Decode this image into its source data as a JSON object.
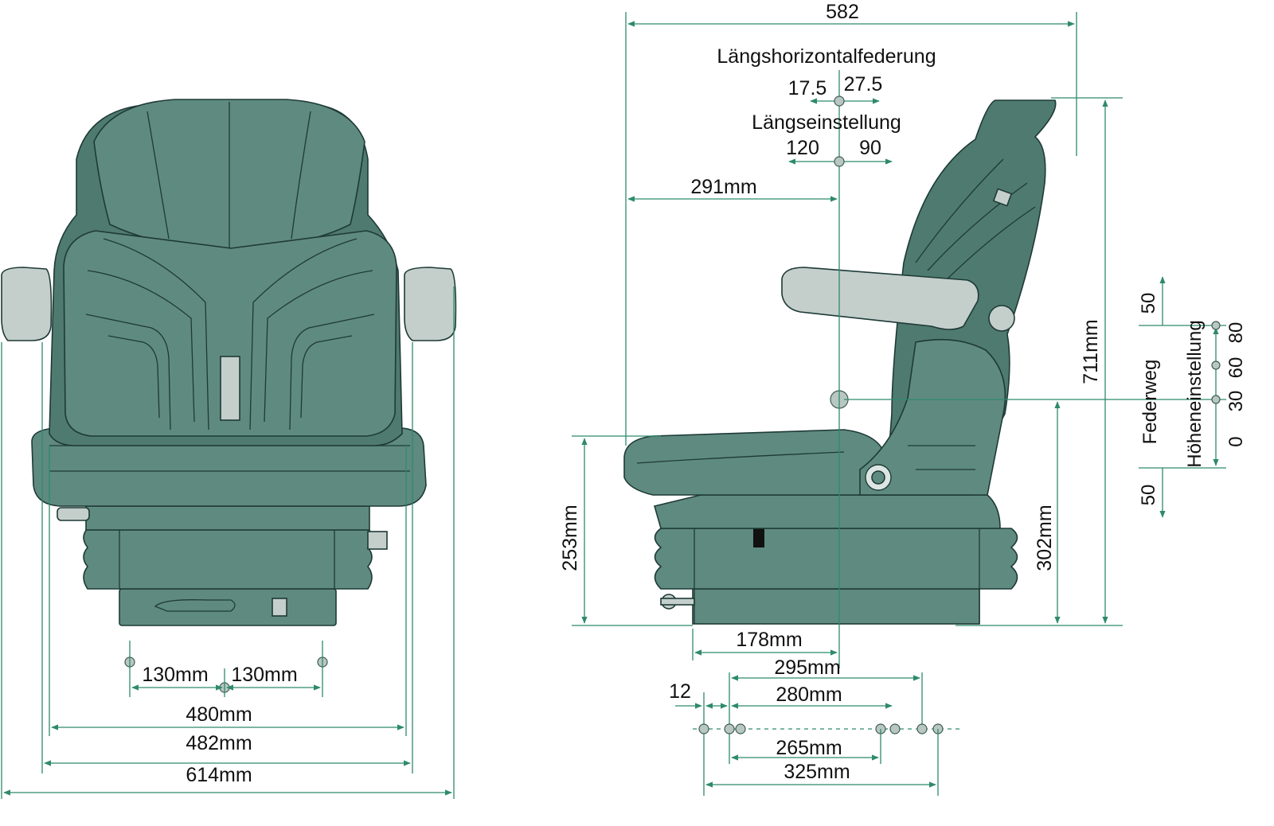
{
  "front_view": {
    "dims": {
      "offset_left": "130mm",
      "offset_right": "130mm",
      "width_480": "480mm",
      "width_482": "482mm",
      "width_614": "614mm"
    }
  },
  "side_view": {
    "dims": {
      "total_depth": "582",
      "horizontal_suspension_label": "Längshorizontalfederung",
      "horizontal_suspension_back": "17.5",
      "horizontal_suspension_forward": "27.5",
      "fore_aft_label": "Längseinstellung",
      "fore_aft_back": "120",
      "fore_aft_forward": "90",
      "to_backrest": "291mm",
      "total_height": "711mm",
      "seat_front_height": "253mm",
      "seat_rear_height": "302mm",
      "base_178": "178mm",
      "base_295": "295mm",
      "base_12": "12",
      "base_280": "280mm",
      "base_265": "265mm",
      "base_325": "325mm"
    },
    "suspension": {
      "travel_label": "Federweg",
      "travel_up": "50",
      "travel_down": "50",
      "height_label": "Höheneinstellung",
      "height_steps": [
        "80",
        "60",
        "30",
        "0"
      ]
    }
  }
}
